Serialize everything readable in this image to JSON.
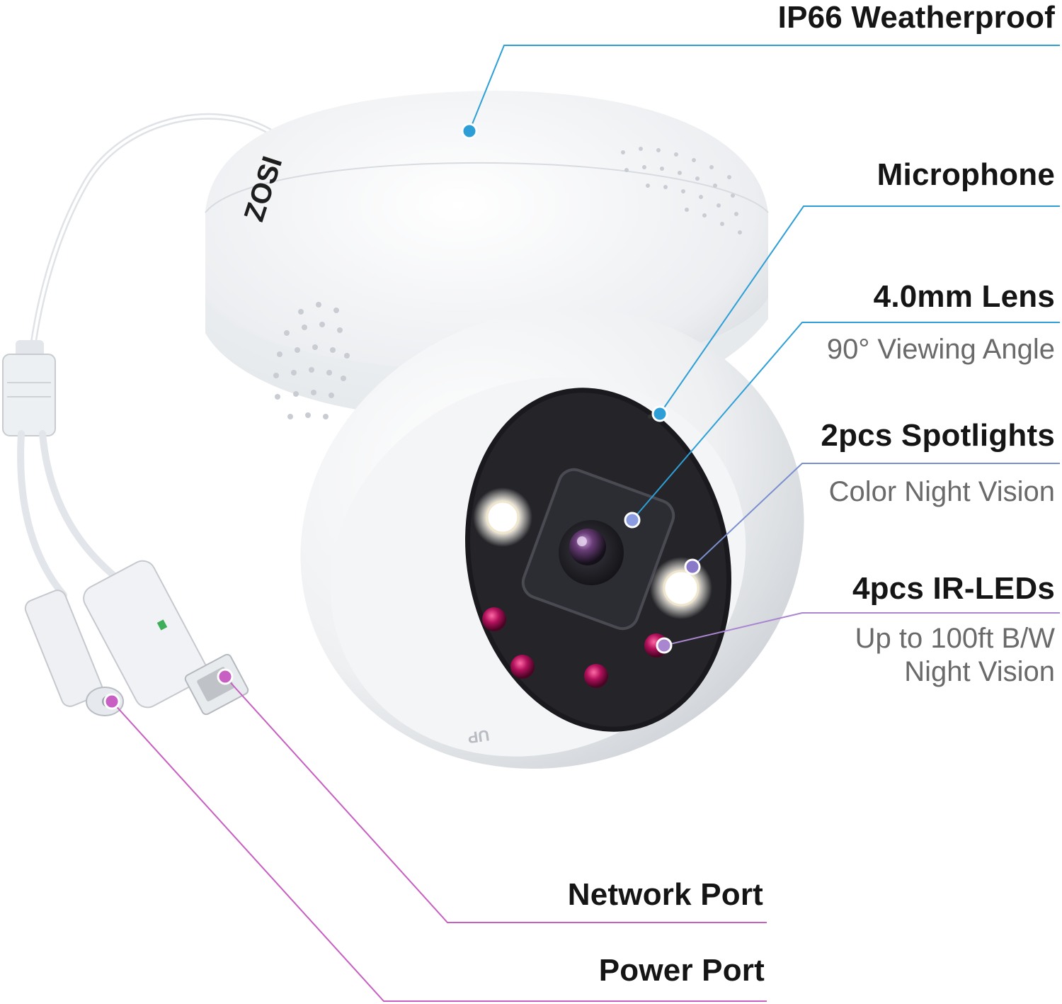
{
  "labels": {
    "weatherproof": "IP66 Weatherproof",
    "microphone": "Microphone",
    "lens": "4.0mm Lens",
    "lens_sub": "90° Viewing Angle",
    "spotlights": "2pcs Spotlights",
    "spotlights_sub": "Color Night Vision",
    "irleds": "4pcs IR-LEDs",
    "irleds_sub_1": "Up to 100ft B/W",
    "irleds_sub_2": "Night Vision",
    "network_port": "Network Port",
    "power_port": "Power Port"
  },
  "brand": {
    "logo_text": "ZOSI",
    "housing_text": "UP"
  },
  "colors": {
    "blue_callout": "#2e9fd6",
    "purple_callout": "#8a78c9",
    "lavender_callout": "#a986cf",
    "magenta_callout": "#c85fc2",
    "housing_white": "#f2f3f5",
    "lens_panel": "#1c1c20",
    "ir_led": "#a01050"
  }
}
